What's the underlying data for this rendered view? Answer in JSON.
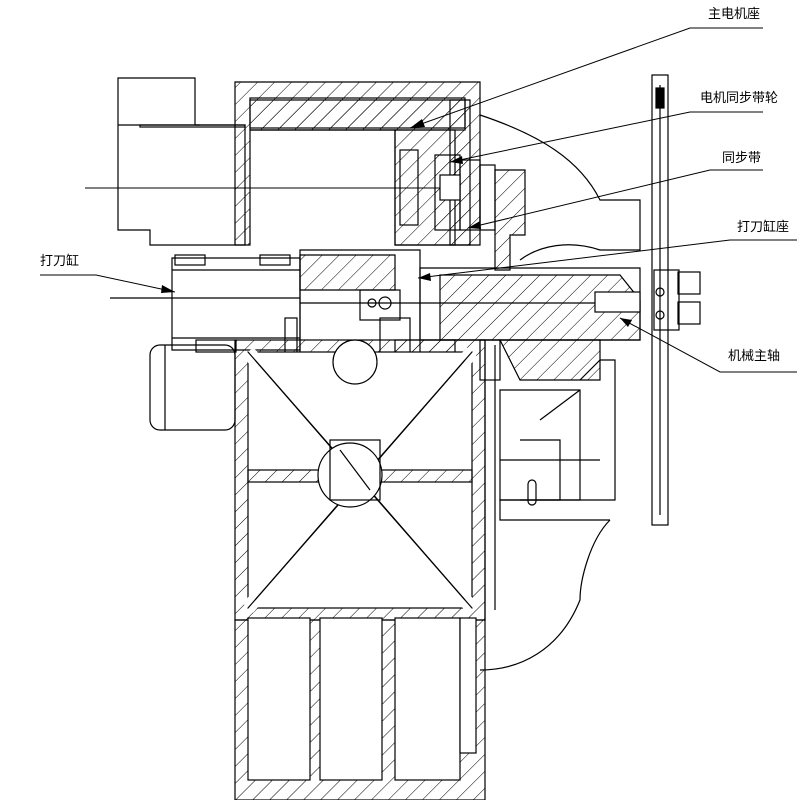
{
  "labels": {
    "main_motor_seat": "主电机座",
    "motor_sync_pulley": "电机同步带轮",
    "sync_belt": "同步带",
    "knife_cylinder_seat": "打刀缸座",
    "knife_cylinder": "打刀缸",
    "mechanical_spindle": "机械主轴"
  },
  "colors": {
    "line": "#000000",
    "background": "#ffffff"
  }
}
